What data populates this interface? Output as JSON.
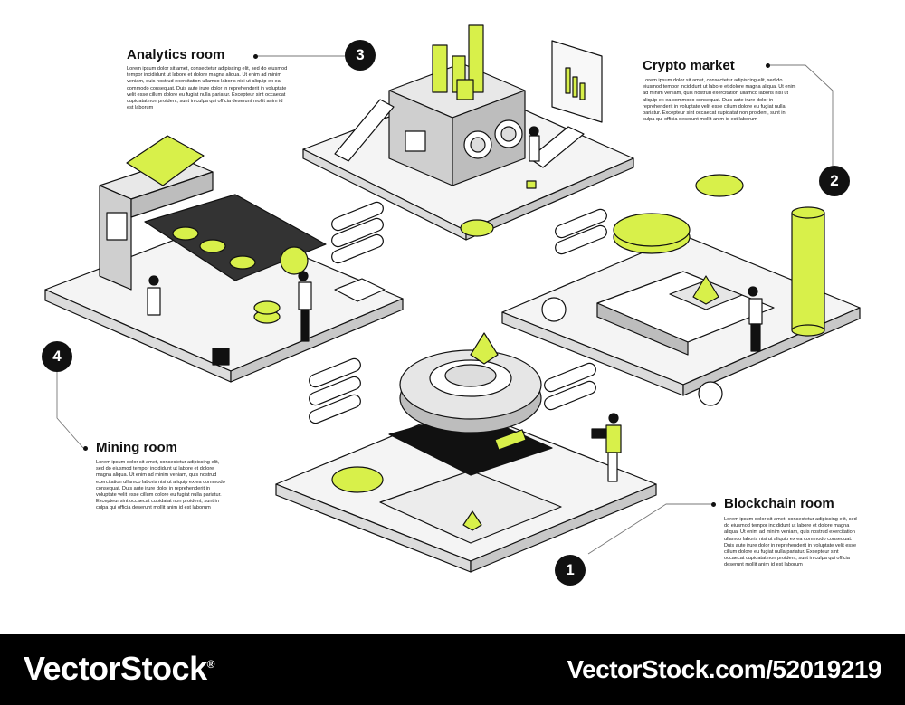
{
  "colors": {
    "accent": "#d8f04a",
    "dark": "#111111",
    "grey": "#cfcfcf",
    "light": "#f2f2f2"
  },
  "sections": [
    {
      "number": "1",
      "title": "Blockchain room",
      "body": "Lorem ipsum dolor sit amet, consectetur adipiscing elit, sed do eiusmod tempor incididunt ut labore et dolore magna aliqua. Ut enim ad minim veniam, quis nostrud exercitation ullamco laboris nisi ut aliquip ex ea commodo consequat. Duis aute irure dolor in reprehenderit in voluptate velit esse cillum dolore eu fugiat nulla pariatur. Excepteur sint occaecat cupidatat non proident, sunt in culpa qui officia deserunt mollit anim id est laborum"
    },
    {
      "number": "2",
      "title": "Crypto market",
      "body": "Lorem ipsum dolor sit amet, consectetur adipiscing elit, sed do eiusmod tempor incididunt ut labore et dolore magna aliqua. Ut enim ad minim veniam, quis nostrud exercitation ullamco laboris nisi ut aliquip ex ea commodo consequat. Duis aute irure dolor in reprehenderit in voluptate velit esse cillum dolore eu fugiat nulla pariatur. Excepteur sint occaecat cupidatat non proident, sunt in culpa qui officia deserunt mollit anim id est laborum"
    },
    {
      "number": "3",
      "title": "Analytics room",
      "body": "Lorem ipsum dolor sit amet, consectetur adipiscing elit, sed do eiusmod tempor incididunt ut labore et dolore magna aliqua. Ut enim ad minim veniam, quis nostrud exercitation ullamco laboris nisi ut aliquip ex ea commodo consequat. Duis aute irure dolor in reprehenderit in voluptate velit esse cillum dolore eu fugiat nulla pariatur. Excepteur sint occaecat cupidatat non proident, sunt in culpa qui officia deserunt mollit anim id est laborum"
    },
    {
      "number": "4",
      "title": "Mining room",
      "body": "Lorem ipsum dolor sit amet, consectetur adipiscing elit, sed do eiusmod tempor incididunt ut labore et dolore magna aliqua. Ut enim ad minim veniam, quis nostrud exercitation ullamco laboris nisi ut aliquip ex ea commodo consequat. Duis aute irure dolor in reprehenderit in voluptate velit esse cillum dolore eu fugiat nulla pariatur. Excepteur sint occaecat cupidatat non proident, sunt in culpa qui officia deserunt mollit anim id est laborum"
    }
  ],
  "footer": {
    "brand": "VectorStock",
    "registered": "®",
    "stock_id": "VectorStock.com/52019219"
  }
}
